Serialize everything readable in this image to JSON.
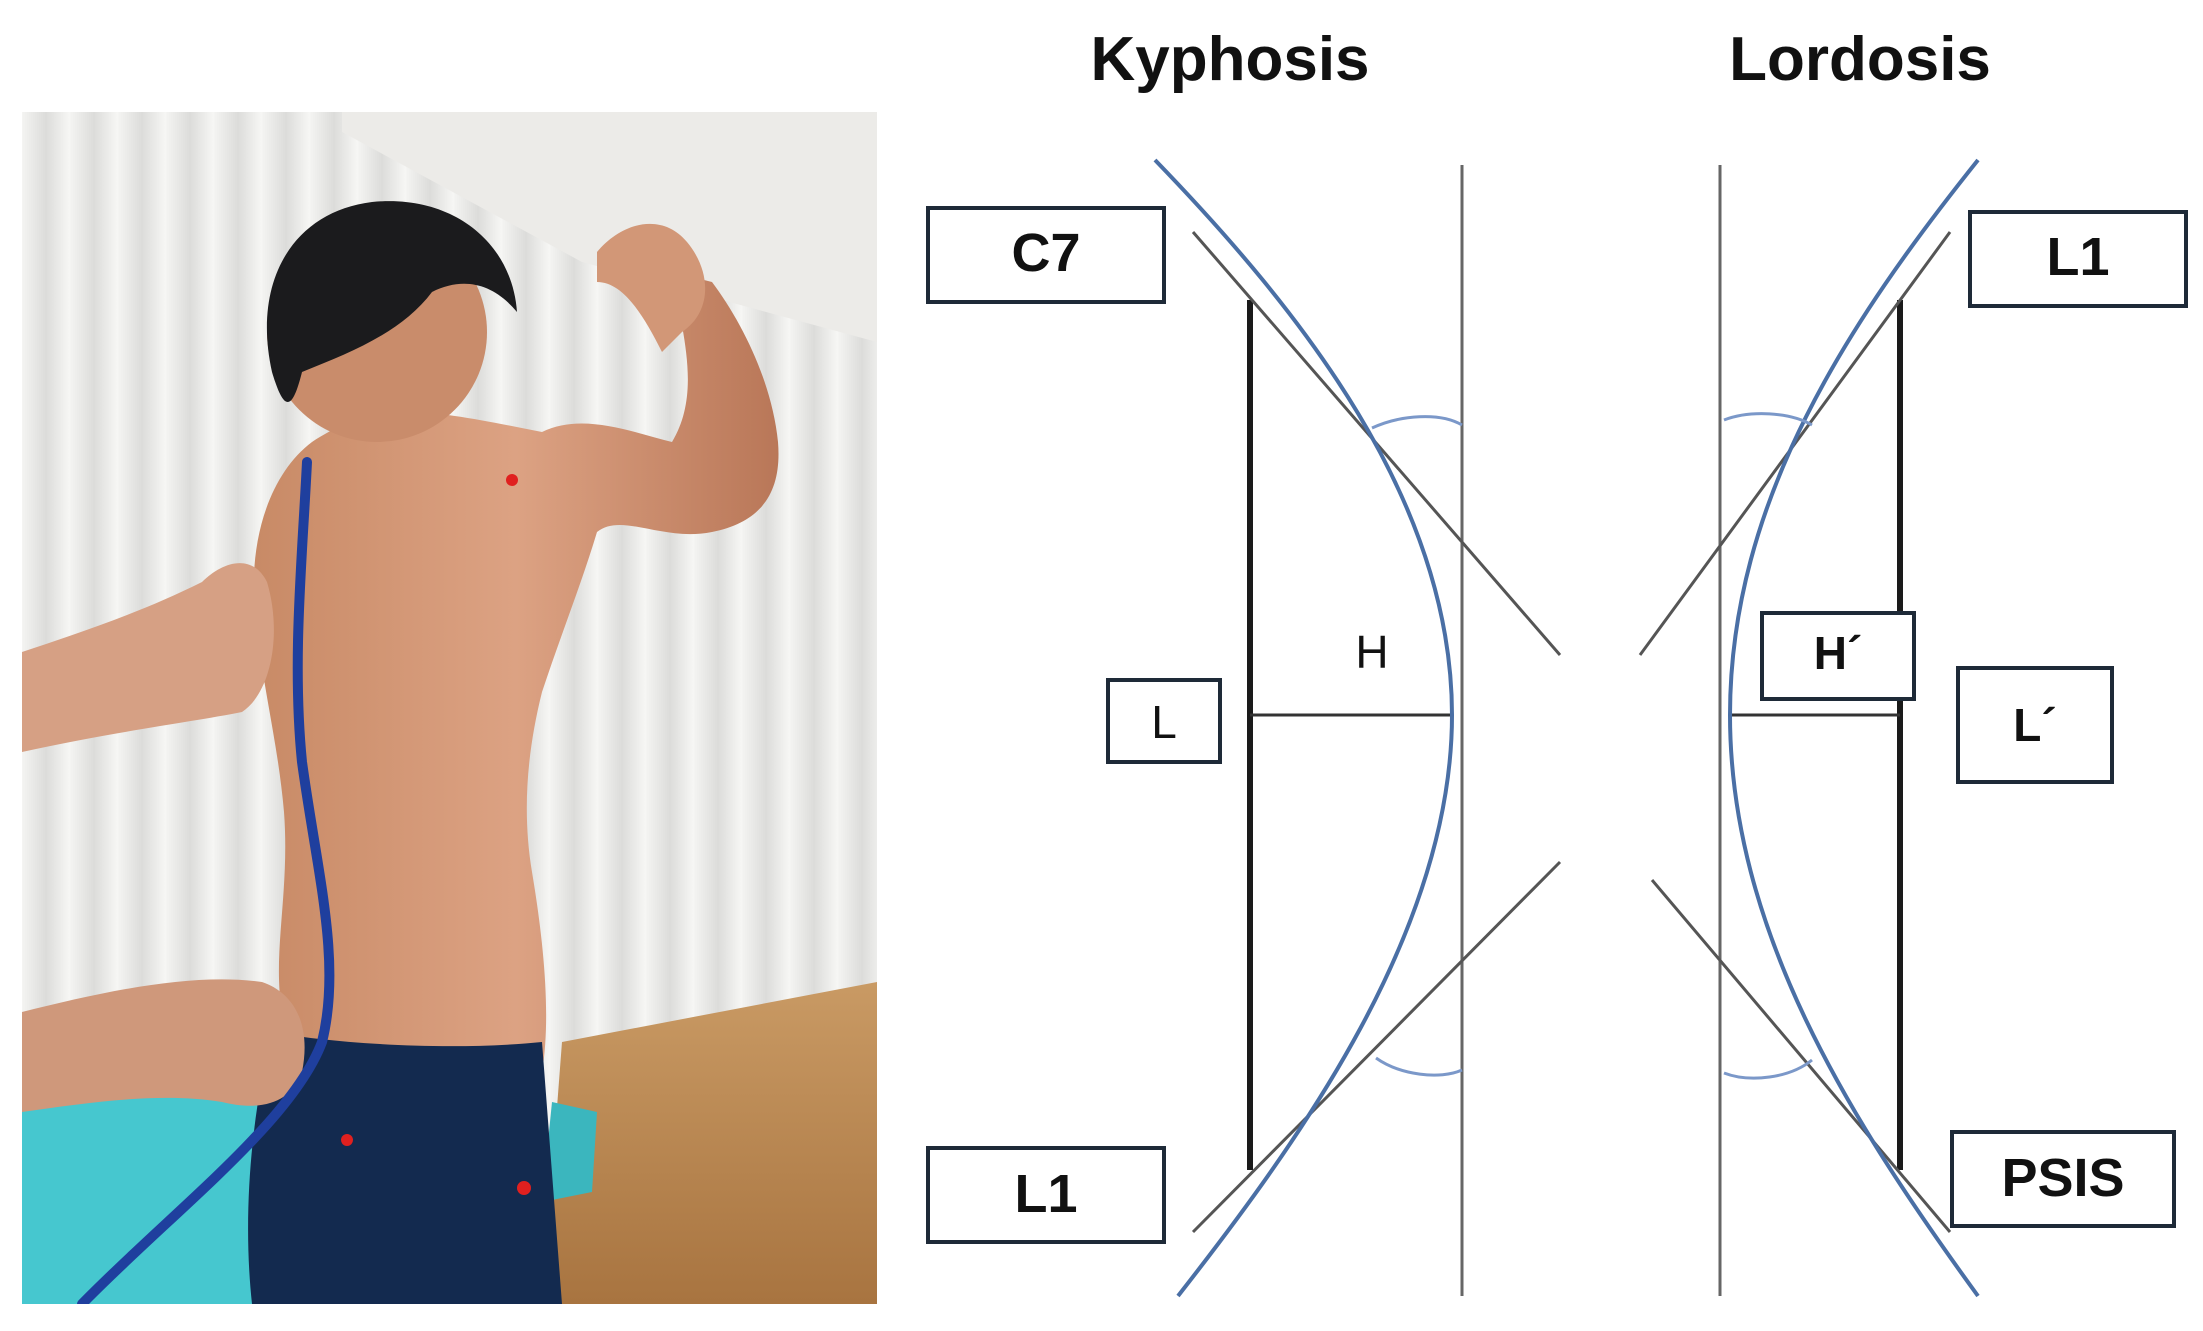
{
  "titles": {
    "left": "Kyphosis",
    "right": "Lordosis"
  },
  "kyphosis": {
    "top_label": "C7",
    "bottom_label": "L1",
    "length_label": "L",
    "height_label": "H"
  },
  "lordosis": {
    "top_label": "L1",
    "bottom_label": "PSIS",
    "length_label": "L´",
    "height_label": "H´"
  },
  "colors": {
    "curve": "#4a6fa5",
    "line": "#555555",
    "frame": "#1e2a38",
    "marker": "#e0201f",
    "tape": "#1f3f9e",
    "mat": "#46c7cf"
  }
}
